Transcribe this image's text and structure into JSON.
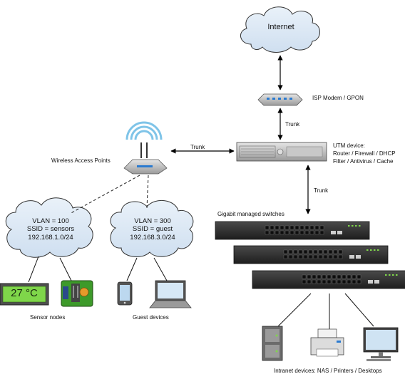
{
  "internet": {
    "label": "Internet"
  },
  "modem": {
    "label": "ISP Modem / GPON"
  },
  "utm": {
    "title": "UTM device:",
    "line1": "Router / Firewall / DHCP",
    "line2": "Filter / Antivirus / Cache"
  },
  "ap": {
    "label": "Wireless Access Points"
  },
  "links": {
    "trunk_modem_utm": "Trunk",
    "trunk_ap_utm": "Trunk",
    "trunk_utm_switch": "Trunk"
  },
  "switches": {
    "label": "Gigabit managed switches"
  },
  "vlans": [
    {
      "vlan": "VLAN = 100",
      "ssid": "SSID = sensors",
      "subnet": "192.168.1.0/24"
    },
    {
      "vlan": "VLAN = 300",
      "ssid": "SSID = guest",
      "subnet": "192.168.3.0/24"
    }
  ],
  "sensor": {
    "temp_display": "27 °C",
    "label": "Sensor nodes"
  },
  "guest": {
    "label": "Guest devices"
  },
  "intranet": {
    "label": "Intranet devices: NAS / Printers / Desktops"
  },
  "colors": {
    "cloud_fill": "#dde9f4",
    "cloud_stroke": "#333333",
    "display_green": "#7fd64a",
    "wifi_arc": "#7fc4e8"
  }
}
